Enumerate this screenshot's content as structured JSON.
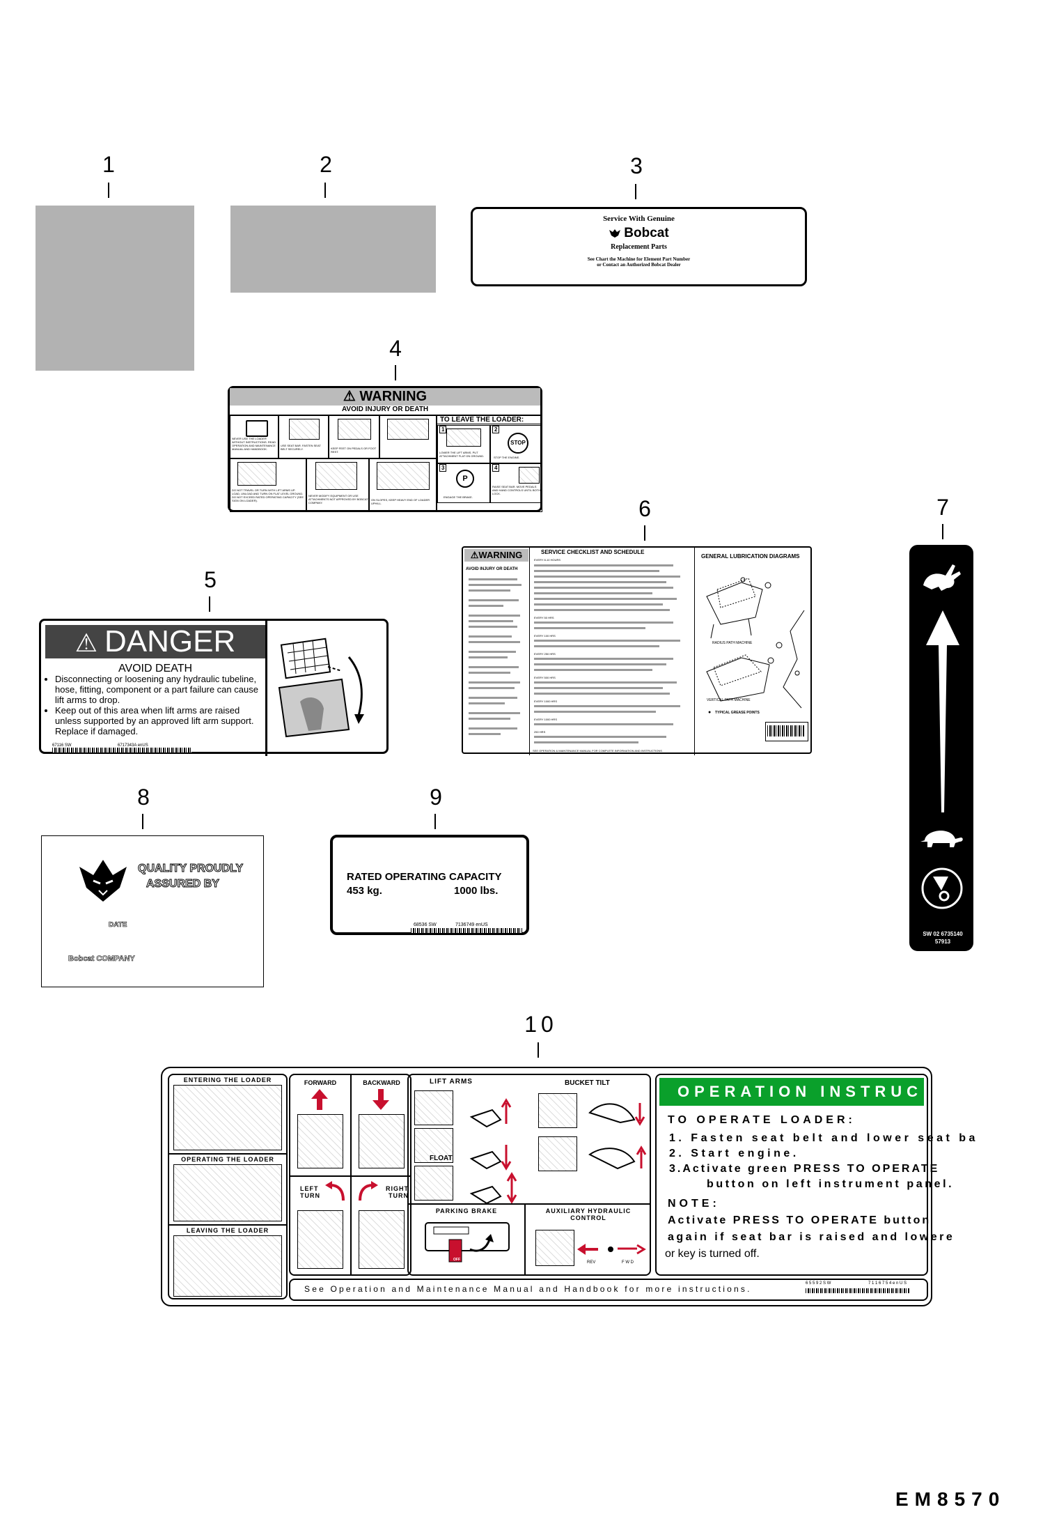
{
  "callouts": [
    "1",
    "2",
    "3",
    "4",
    "5",
    "6",
    "7",
    "8",
    "9",
    "10"
  ],
  "decal3": {
    "line1": "Service With Genuine",
    "brand": "Bobcat",
    "line2": "Replacement Parts",
    "line3": "See Chart the Machine for Element Part Number",
    "line4": "or Contact an Authorized Bobcat Dealer"
  },
  "decal4": {
    "title": "WARNING",
    "subtitle": "AVOID INJURY OR DEATH",
    "leave_title": "TO LEAVE THE LOADER:",
    "steps": [
      "1",
      "2",
      "3",
      "4"
    ],
    "stop": "STOP",
    "park": "P",
    "caption1": "NEVER USE THE LOADER WITHOUT INSTRUCTIONS. READ OPERATION AND MAINTENANCE MANUAL AND HANDBOOK.",
    "caption2": "USE SEAT BAR. FASTEN SEAT BELT SECURELY.",
    "caption3": "KEEP FEET ON PEDALS OR FOOT REST.",
    "caption4": "LOWER THE LIFT ARMS. PUT ATTACHMENT FLAT ON GROUND.",
    "caption5": "STOP THE ENGINE.",
    "caption6": "DO NOT TRAVEL OR TURN WITH LIFT ARMS UP. LOAD, UNLOAD AND TURN ON FLAT LEVEL GROUND. DO NOT EXCEED RATED OPERATING CAPACITY (SEE SIGN ON LOADER).",
    "caption7": "NEVER MODIFY EQUIPMENT OR USE ATTACHMENTS NOT APPROVED BY BOBCAT COMPANY.",
    "caption8": "ON SLOPES, KEEP HEAVY END OF LOADER UPHILL.",
    "caption9": "ENGAGE THE BRAKE.",
    "caption10": "RAISE SEAT BAR. MOVE PEDALS AND HAND CONTROLS UNTIL BOTH LOCK."
  },
  "decal5": {
    "title": "DANGER",
    "subtitle": "AVOID DEATH",
    "bullet1": "Disconnecting or loosening any hydraulic tubeline, hose, fitting, component or a part failure can cause lift arms to drop.",
    "bullet2": "Keep out of this area when lift arms are raised unless supported by an approved lift arm support. Replace if damaged.",
    "code1": "67116 SW",
    "code2": "6717343A enUS"
  },
  "decal6": {
    "warning": "WARNING",
    "avoid": "AVOID INJURY OR DEATH",
    "checklist": "SERVICE CHECKLIST AND SCHEDULE",
    "lube": "GENERAL LUBRICATION DIAGRAMS",
    "caption_a": "RADIUS PATH MACHINE",
    "caption_b": "VERTICAL PATH MACHINE",
    "grease": "TYPICAL GREASE POINTS",
    "footer": "SEE OPERATION & MAINTENANCE MANUAL FOR COMPLETE INFORMATION AND INSTRUCTIONS",
    "hours": [
      "EVERY 8-10 HOURS",
      "EVERY 50 HRS",
      "EVERY 100 HRS",
      "EVERY 250 HRS",
      "EVERY 500 HRS",
      "EVERY 1000 HRS",
      "EVERY 1000 HRS",
      "250 HRS"
    ]
  },
  "decal7": {
    "code1": "SW 02 6735140",
    "code2": "57913"
  },
  "decal8": {
    "quality": "QUALITY PROUDLY",
    "assured": "ASSURED BY",
    "date": "DATE",
    "company": "Bobcat COMPANY"
  },
  "decal9": {
    "title": "RATED OPERATING CAPACITY",
    "kg": "453 kg.",
    "lbs": "1000 lbs.",
    "code1": "68536 SW",
    "code2": "7136749 enUS"
  },
  "decal10": {
    "entering": "ENTERING THE LOADER",
    "operating": "OPERATING THE LOADER",
    "leaving": "LEAVING THE LOADER",
    "forward": "FORWARD",
    "backward": "BACKWARD",
    "left_turn": "LEFT TURN",
    "right_turn": "RIGHT TURN",
    "lift_arms": "LIFT ARMS",
    "bucket_tilt": "BUCKET TILT",
    "float": "FLOAT",
    "parking_brake": "PARKING BRAKE",
    "aux_hydraulic": "AUXILIARY HYDRAULIC CONTROL",
    "rev": "REV",
    "fwd": "F W D",
    "off": "OFF",
    "op_title": "OPERATION INSTRUC",
    "to_operate": "TO OPERATE LOADER:",
    "step1": "1.  Fasten seat belt and lower seat ba",
    "step2": "2.  Start engine.",
    "step3": "3.Activate green PRESS TO OPERATE",
    "step3b": "button on left instrument panel.",
    "note": "NOTE:",
    "note1": "Activate PRESS TO OPERATE button",
    "note2": "again if seat bar is raised and lowere",
    "note3": "or key is turned off.",
    "footer": "See Operation and Maintenance Manual and Handbook for more instructions.",
    "code1": "6 5 5 9 2  S W",
    "code2": "7 1 1 6 7 5 4  e n U S"
  },
  "drawing_code": "EM8570"
}
